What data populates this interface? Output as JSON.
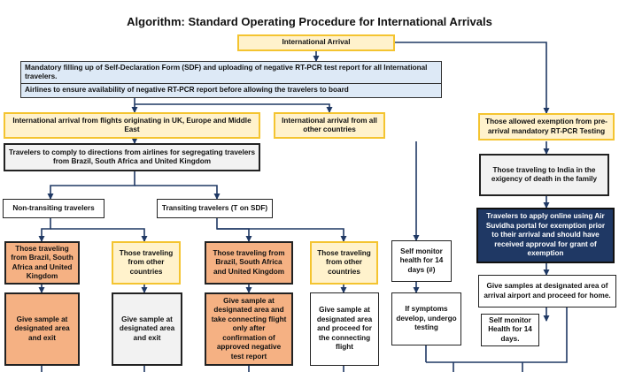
{
  "title": "Algorithm: Standard Operating Procedure for International Arrivals",
  "colors": {
    "yellow_fill": "#fff2cc",
    "yellow_border": "#f4c430",
    "blue_fill": "#dde9f6",
    "orange_fill": "#f5b183",
    "grey_fill": "#f2f2f2",
    "navy_fill": "#1f3864",
    "arrow": "#1f3864"
  },
  "nodes": {
    "international_arrival": "International Arrival",
    "sdf_requirement": "Mandatory filling up of Self-Declaration Form (SDF) and uploading of negative RT-PCR test report for all International travelers.",
    "airlines_requirement": "Airlines to ensure availability of negative RT-PCR report before allowing the travelers to board",
    "uk_europe_me": "International arrival from flights originating in UK, Europe and Middle East",
    "other_countries": "International arrival from all other countries",
    "exemption": "Those allowed exemption from pre-arrival mandatory RT-PCR Testing",
    "segregation": "Travelers to comply to directions from airlines for segregating travelers from Brazil, South Africa and United Kingdom",
    "death_in_family": "Those traveling to India in the exigency of death in the family",
    "non_transiting": "Non-transiting travelers",
    "transiting": "Transiting travelers (T on SDF)",
    "air_suvidha": "Travelers to apply online using Air Suvidha portal for exemption prior to their arrival and should have received approval for grant of exemption",
    "nt_brazil": "Those traveling from Brazil, South Africa and United Kingdom",
    "nt_other": "Those traveling from other countries",
    "t_brazil": "Those traveling from Brazil, South Africa and United Kingdom",
    "t_other": "Those traveling from other countries",
    "self_monitor_14_hash": "Self monitor health for 14 days (#)",
    "samples_airport": "Give samples at designated area of arrival airport and proceed for home.",
    "nt_brazil_action": "Give sample at designated area and exit",
    "nt_other_action": "Give sample at designated area and exit",
    "t_brazil_action": "Give sample at designated area and take connecting flight only after confirmation of approved negative test report",
    "t_other_action": "Give sample at designated area and proceed for the connecting flight",
    "symptoms": "If symptoms develop, undergo testing",
    "self_monitor_14": "Self monitor Health for 14 days."
  }
}
